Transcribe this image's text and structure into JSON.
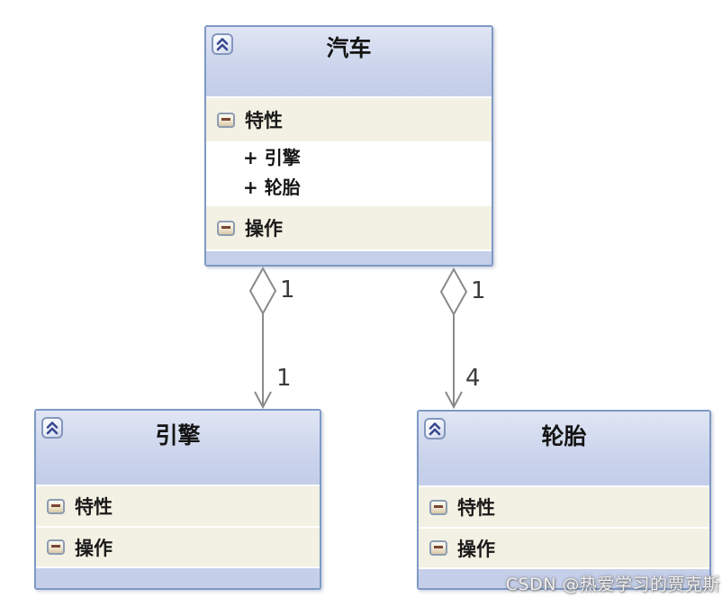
{
  "diagram_type": "uml-class-diagram",
  "classes": {
    "car": {
      "title": "汽车",
      "attributes_section": "特性",
      "attributes": [
        "+ 引擎",
        "+ 轮胎"
      ],
      "operations_section": "操作"
    },
    "engine": {
      "title": "引擎",
      "attributes_section": "特性",
      "operations_section": "操作"
    },
    "tire": {
      "title": "轮胎",
      "attributes_section": "特性",
      "operations_section": "操作"
    }
  },
  "connectors": {
    "car_engine": {
      "type": "aggregation",
      "source_multiplicity": "1",
      "target_multiplicity": "1"
    },
    "car_tire": {
      "type": "aggregation",
      "source_multiplicity": "1",
      "target_multiplicity": "4"
    }
  },
  "icons": {
    "header_toggle": "collapse-all-chevrons-up",
    "section_toggle": "minus-collapse"
  },
  "colors": {
    "box_border": "#7e99c5",
    "header_fill": "#c7d1e9",
    "section_fill": "#f2f1e3",
    "footer_fill": "#c5cfe9",
    "connector_stroke": "#8a8a8a",
    "minus_bar": "#7a4632",
    "chevron_blue": "#37478f"
  },
  "watermark": "CSDN @热爱学习的贾克斯"
}
